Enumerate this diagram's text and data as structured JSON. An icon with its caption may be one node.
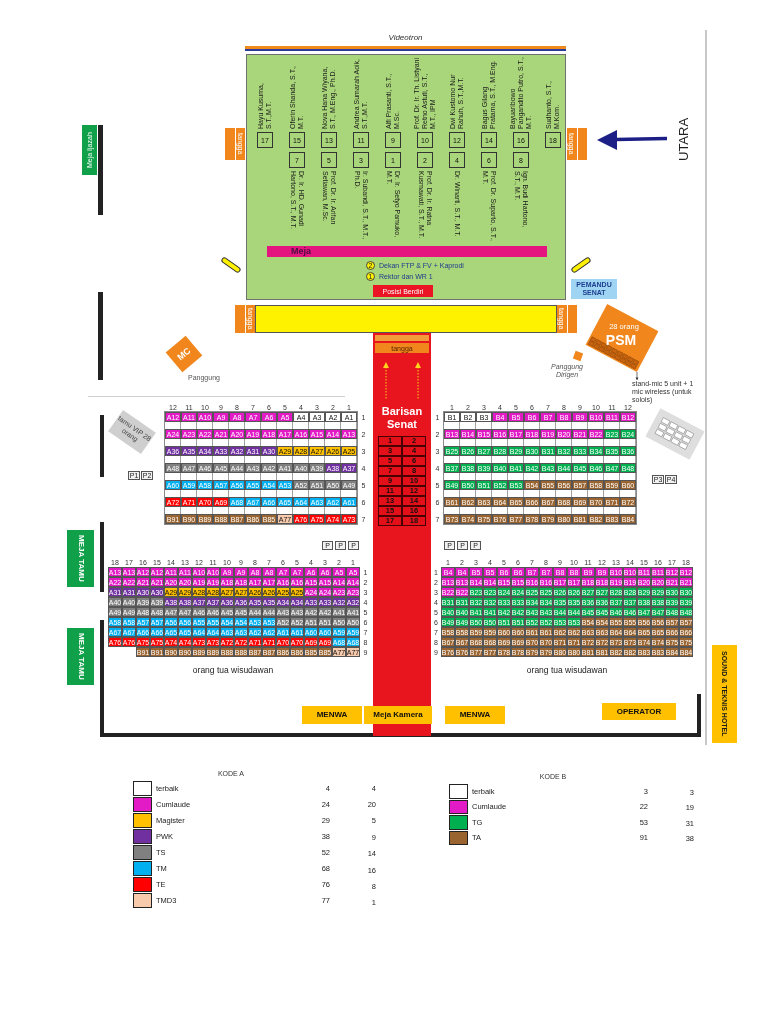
{
  "diagram": {
    "nodes": [
      {
        "text": [
          "Videotron"
        ]
      },
      {
        "text": [],
        "shape": "box"
      },
      {
        "text": [
          "tangga"
        ]
      },
      {
        "text": [
          "tangga"
        ]
      },
      {
        "text": [
          "17"
        ],
        "beside": [
          "Hayu Kusuma, S.T.,M.T."
        ],
        "in": 1
      },
      {
        "text": [
          "15"
        ],
        "beside": [
          "Oferin Shanda, S.T., M.T."
        ],
        "in": 1
      },
      {
        "text": [
          "13"
        ],
        "beside": [
          "Nova Hana Wiyana, S.T., M.Eng., Ph.D."
        ],
        "in": 1
      },
      {
        "text": [
          "11"
        ],
        "beside": [
          "Andrea Sumarah Aoik, S.T.,M.T."
        ],
        "in": 1
      },
      {
        "text": [
          "9"
        ],
        "beside": [
          "Alfi Prasanti, S.T., M.Sc."
        ],
        "in": 1
      },
      {
        "text": [
          "10"
        ],
        "beside": [
          "Prof. Dr. Ir. Th. Listyani Retno Astuti, S.T., M.T., IPM"
        ],
        "in": 1
      },
      {
        "text": [
          "12"
        ],
        "beside": [
          "Dwi Kustomo Nur Rahuh, S.T.,M.T."
        ],
        "in": 1
      },
      {
        "text": [
          "14"
        ],
        "beside": [
          "Bagus Gilang Pratama, S.T., M.Eng."
        ],
        "in": 1
      },
      {
        "text": [
          "16"
        ],
        "beside": [
          "Bayuaribowo Pangandito Putro, S.T., M.T."
        ],
        "in": 1
      },
      {
        "text": [
          "18"
        ],
        "beside": [
          "Sudhanto, S.T., M.Kom."
        ],
        "in": 1
      },
      {
        "text": [
          "7"
        ],
        "beside": [
          "Dr. Ir. HD. Gunadi Hartono, S.T., M.T."
        ],
        "in": 1
      },
      {
        "text": [
          "5"
        ],
        "beside": [
          "Prof. Dr. Ir. Arifan Setiawan, M.Sc."
        ],
        "in": 1
      },
      {
        "text": [
          "3"
        ],
        "beside": [
          "Ir. Subandi, S.T., M.T., Ph.D."
        ],
        "in": 1
      },
      {
        "text": [
          "1"
        ],
        "beside": [
          "Dr. Ir. Setyo Pamuko, M.T."
        ],
        "in": 1
      },
      {
        "text": [
          "2"
        ],
        "beside": [
          "Prof. Dr. Ir. Ratna Kusmawati, S.T., M.T."
        ],
        "in": 1
      },
      {
        "text": [
          "4"
        ],
        "beside": [
          "Dr. Winarti, S.T., M.T."
        ],
        "in": 1
      },
      {
        "text": [
          "6"
        ],
        "beside": [
          "Prof. Dr. Suparto, S.T., M.T."
        ],
        "in": 1
      },
      {
        "text": [
          "8"
        ],
        "beside": [
          "Ign. Budi Hartono, S.T., M.T."
        ],
        "in": 1
      },
      {
        "text": [
          "Meja"
        ],
        "in": 1
      },
      {
        "text": [
          "2"
        ],
        "beside": [
          "Dekan FTP & FV + Kaprodi"
        ],
        "in": 1
      },
      {
        "text": [
          "1"
        ],
        "beside": [
          "Rektor dan WR 1"
        ],
        "in": 1
      },
      {
        "text": [
          "Posisi Berdiri"
        ],
        "in": 1
      },
      {
        "text": [],
        "shape": "bar"
      },
      {
        "text": [],
        "shape": "bar"
      },
      {
        "text": [
          "Meja Ijazah"
        ]
      },
      {
        "text": [
          "PEMANDU SENAT"
        ]
      },
      {
        "text": [],
        "shape": "box"
      },
      {
        "text": [
          "tangga"
        ]
      },
      {
        "text": [
          "tangga"
        ]
      },
      {
        "text": [
          "Barisan Senat"
        ]
      },
      {
        "text": [
          "tangga"
        ],
        "in": 33
      },
      {
        "text": [
          "MC"
        ],
        "beside": [
          "Panggung"
        ]
      },
      {
        "text": [
          "28 orang",
          "PSM"
        ]
      },
      {
        "text": [
          "Panggung Dirigen"
        ]
      },
      {
        "text": [
          "stand-mic 5 unit + 1 mic wireless (untuk solois)"
        ]
      },
      {
        "text": [
          "tamu VIP 28 orang"
        ]
      },
      {
        "text": [
          "P1"
        ]
      },
      {
        "text": [
          "P2"
        ]
      },
      {
        "text": [
          "P3"
        ]
      },
      {
        "text": [
          "P4"
        ]
      },
      {
        "text": [],
        "shape": "box"
      },
      {
        "text": [
          "P"
        ]
      },
      {
        "text": [
          "P"
        ]
      },
      {
        "text": [
          "P"
        ]
      },
      {
        "text": [
          "P"
        ]
      },
      {
        "text": [
          "P"
        ]
      },
      {
        "text": [
          "P"
        ]
      },
      {
        "text": [
          "MEJA TAMU"
        ]
      },
      {
        "text": [
          "MEJA TAMU"
        ]
      },
      {
        "text": [
          "SOUND & TEKNIS HOTEL"
        ]
      },
      {
        "text": [
          "MENWA"
        ]
      },
      {
        "text": [
          "Meja Kamera"
        ]
      },
      {
        "text": [
          "MENWA"
        ]
      },
      {
        "text": [
          "OPERATOR"
        ]
      }
    ],
    "edges": [
      {
        "from": 36,
        "to": 38,
        "arrow": "to"
      }
    ],
    "labels": [
      "UTARA",
      "12",
      "11",
      "10",
      "9",
      "8",
      "7",
      "6",
      "5",
      "4",
      "3",
      "2",
      "1",
      "A12",
      "A11",
      "A10",
      "A9",
      "A8",
      "A7",
      "A6",
      "A5",
      "A4",
      "A3",
      "A2",
      "A1",
      "1",
      "A24",
      "A23",
      "A22",
      "A21",
      "A20",
      "A19",
      "A18",
      "A17",
      "A16",
      "A15",
      "A14",
      "A13",
      "2",
      "A36",
      "A35",
      "A34",
      "A33",
      "A32",
      "A31",
      "A30",
      "A29",
      "A28",
      "A27",
      "A26",
      "A25",
      "3",
      "A48",
      "A47",
      "A46",
      "A45",
      "A44",
      "A43",
      "A42",
      "A41",
      "A40",
      "A39",
      "A38",
      "A37",
      "4",
      "A60",
      "A59",
      "A58",
      "A57",
      "A56",
      "A55",
      "A54",
      "A53",
      "A52",
      "A51",
      "A50",
      "A49",
      "5",
      "A72",
      "A71",
      "A70",
      "A69",
      "A68",
      "A67",
      "A66",
      "A65",
      "A64",
      "A63",
      "A62",
      "A61",
      "6",
      "B91",
      "B90",
      "B89",
      "B88",
      "B87",
      "B86",
      "B85",
      "A77",
      "A76",
      "A75",
      "A74",
      "A73",
      "7",
      "1",
      "2",
      "3",
      "4",
      "5",
      "6",
      "7",
      "8",
      "9",
      "10",
      "11",
      "12",
      "13",
      "14",
      "15",
      "16",
      "17",
      "18",
      "1",
      "2",
      "3",
      "4",
      "5",
      "6",
      "7",
      "8",
      "9",
      "10",
      "11",
      "12",
      "1",
      "B1",
      "B2",
      "B3",
      "B4",
      "B5",
      "B6",
      "B7",
      "B8",
      "B9",
      "B10",
      "B11",
      "B12",
      "2",
      "B13",
      "B14",
      "B15",
      "B16",
      "B17",
      "B18",
      "B19",
      "B20",
      "B21",
      "B22",
      "B23",
      "B24",
      "3",
      "B25",
      "B26",
      "B27",
      "B28",
      "B29",
      "B30",
      "B31",
      "B32",
      "B33",
      "B34",
      "B35",
      "B36",
      "4",
      "B37",
      "B38",
      "B39",
      "B40",
      "B41",
      "B42",
      "B43",
      "B44",
      "B45",
      "B46",
      "B47",
      "B48",
      "5",
      "B49",
      "B50",
      "B51",
      "B52",
      "B53",
      "B54",
      "B55",
      "B56",
      "B57",
      "B58",
      "B59",
      "B60",
      "6",
      "B61",
      "B62",
      "B63",
      "B64",
      "B65",
      "B66",
      "B67",
      "B68",
      "B69",
      "B70",
      "B71",
      "B72",
      "7",
      "B73",
      "B74",
      "B75",
      "B76",
      "B77",
      "B78",
      "B79",
      "B80",
      "B81",
      "B82",
      "B83",
      "B84",
      "18",
      "17",
      "16",
      "15",
      "14",
      "13",
      "12",
      "11",
      "10",
      "9",
      "8",
      "7",
      "6",
      "5",
      "4",
      "3",
      "2",
      "1",
      "A13",
      "A13",
      "A12",
      "A12",
      "A11",
      "A11",
      "A10",
      "A10",
      "A9",
      "A9",
      "A8",
      "A8",
      "A7",
      "A7",
      "A6",
      "A6",
      "A5",
      "A5",
      "1",
      "A22",
      "A22",
      "A21",
      "A21",
      "A20",
      "A20",
      "A19",
      "A19",
      "A18",
      "A18",
      "A17",
      "A17",
      "A16",
      "A16",
      "A15",
      "A15",
      "A14",
      "A14",
      "2",
      "A31",
      "A31",
      "A30",
      "A30",
      "A29",
      "A29",
      "A28",
      "A28",
      "A27",
      "A27",
      "A26",
      "A26",
      "A25",
      "A25",
      "A24",
      "A24",
      "A23",
      "A23",
      "3",
      "A40",
      "A40",
      "A39",
      "A39",
      "A38",
      "A38",
      "A37",
      "A37",
      "A36",
      "A36",
      "A35",
      "A35",
      "A34",
      "A34",
      "A33",
      "A33",
      "A32",
      "A32",
      "4",
      "A49",
      "A49",
      "A48",
      "A48",
      "A47",
      "A47",
      "A46",
      "A46",
      "A45",
      "A45",
      "A44",
      "A44",
      "A43",
      "A43",
      "A42",
      "A42",
      "A41",
      "A41",
      "5",
      "A58",
      "A58",
      "A57",
      "A57",
      "A56",
      "A56",
      "A55",
      "A55",
      "A54",
      "A54",
      "A53",
      "A53",
      "A52",
      "A52",
      "A51",
      "A51",
      "A50",
      "A50",
      "6",
      "A67",
      "A67",
      "A66",
      "A66",
      "A65",
      "A65",
      "A64",
      "A64",
      "A63",
      "A63",
      "A62",
      "A62",
      "A61",
      "A61",
      "A60",
      "A60",
      "A59",
      "A59",
      "7",
      "A76",
      "A76",
      "A75",
      "A75",
      "A74",
      "A74",
      "A73",
      "A73",
      "A72",
      "A72",
      "A71",
      "A71",
      "A70",
      "A70",
      "A69",
      "A69",
      "A68",
      "A68",
      "8",
      "B91",
      "B91",
      "B90",
      "B90",
      "B89",
      "B89",
      "B88",
      "B88",
      "B87",
      "B87",
      "B86",
      "B86",
      "B85",
      "B85",
      "A77",
      "A77",
      "9",
      "1",
      "2",
      "3",
      "4",
      "5",
      "6",
      "7",
      "8",
      "9",
      "10",
      "11",
      "12",
      "13",
      "14",
      "15",
      "16",
      "17",
      "18",
      "1",
      "B4",
      "B4",
      "B5",
      "B5",
      "B6",
      "B6",
      "B7",
      "B7",
      "B8",
      "B8",
      "B9",
      "B9",
      "B10",
      "B10",
      "B11",
      "B11",
      "B12",
      "B12",
      "2",
      "B13",
      "B13",
      "B14",
      "B14",
      "B15",
      "B15",
      "B16",
      "B16",
      "B17",
      "B17",
      "B18",
      "B18",
      "B19",
      "B19",
      "B20",
      "B20",
      "B21",
      "B21",
      "3",
      "B22",
      "B22",
      "B23",
      "B23",
      "B24",
      "B24",
      "B25",
      "B25",
      "B26",
      "B26",
      "B27",
      "B27",
      "B28",
      "B28",
      "B29",
      "B29",
      "B30",
      "B30",
      "4",
      "B31",
      "B31",
      "B32",
      "B32",
      "B33",
      "B33",
      "B34",
      "B34",
      "B35",
      "B35",
      "B36",
      "B36",
      "B37",
      "B37",
      "B38",
      "B38",
      "B39",
      "B39",
      "5",
      "B40",
      "B40",
      "B41",
      "B41",
      "B42",
      "B42",
      "B43",
      "B43",
      "B44",
      "B44",
      "B45",
      "B45",
      "B46",
      "B46",
      "B47",
      "B47",
      "B48",
      "B48",
      "6",
      "B49",
      "B49",
      "B50",
      "B50",
      "B51",
      "B51",
      "B52",
      "B52",
      "B53",
      "B53",
      "B54",
      "B54",
      "B55",
      "B55",
      "B56",
      "B56",
      "B57",
      "B57",
      "7",
      "B58",
      "B58",
      "B59",
      "B59",
      "B60",
      "B60",
      "B61",
      "B61",
      "B62",
      "B62",
      "B63",
      "B63",
      "B64",
      "B64",
      "B65",
      "B65",
      "B66",
      "B66",
      "8",
      "B67",
      "B67",
      "B68",
      "B68",
      "B69",
      "B69",
      "B70",
      "B70",
      "B71",
      "B71",
      "B72",
      "B72",
      "B73",
      "B73",
      "B74",
      "B74",
      "B75",
      "B75",
      "9",
      "B76",
      "B76",
      "B77",
      "B77",
      "B78",
      "B78",
      "B79",
      "B79",
      "B80",
      "B80",
      "B81",
      "B81",
      "B82",
      "B82",
      "B83",
      "B83",
      "B84",
      "B84",
      "orang tua wisudawan",
      "orang tua wisudawan",
      "KODE A",
      "4",
      "4",
      "24",
      "20",
      "29",
      "5",
      "38",
      "9",
      "52",
      "14",
      "68",
      "16",
      "76",
      "8",
      "77",
      "1",
      "KODE B",
      "3",
      "3",
      "22",
      "19",
      "53",
      "31",
      "91",
      "38"
    ],
    "legend": [
      {
        "text": "terbaik",
        "color": "#ffffff"
      },
      {
        "text": "Cumlaude",
        "color": "#e31bc6"
      },
      {
        "text": "Magister",
        "color": "#ffc000"
      },
      {
        "text": "PWK",
        "color": "#7030a0"
      },
      {
        "text": "TS",
        "color": "#808080"
      },
      {
        "text": "TM",
        "color": "#00b0f0"
      },
      {
        "text": "TE",
        "color": "#ff0000"
      },
      {
        "text": "TMD3",
        "color": "#f8cbad"
      },
      {
        "text": "terbaik",
        "color": "#ffffff"
      },
      {
        "text": "Cumlaude",
        "color": "#e31bc6"
      },
      {
        "text": "TG",
        "color": "#00b050"
      },
      {
        "text": "TA",
        "color": "#9a6430"
      }
    ]
  }
}
